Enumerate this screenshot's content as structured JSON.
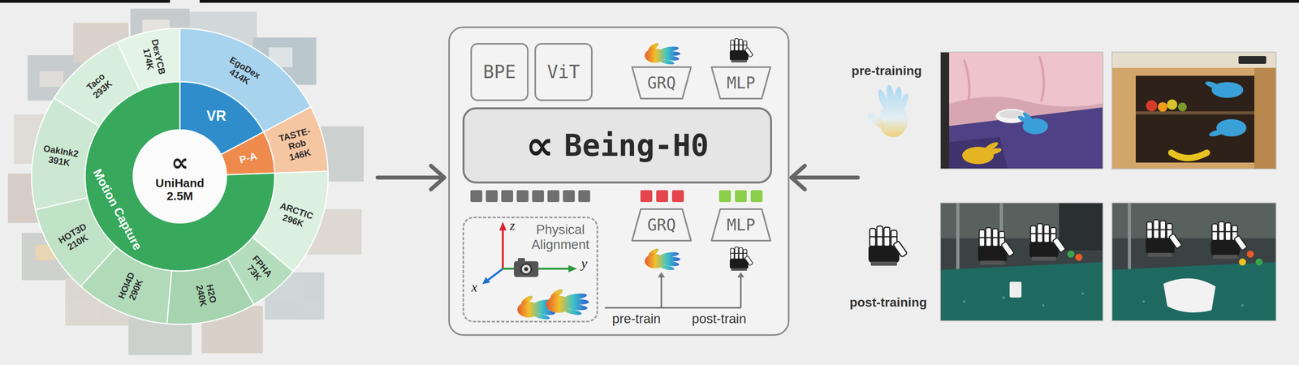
{
  "diagram": {
    "nodes": [
      {
        "text": [
          "∝",
          "UniHand 2.5M"
        ]
      },
      {
        "text": [
          "VR"
        ]
      },
      {
        "text": [
          "P-A"
        ]
      },
      {
        "text": [
          "Motion Capture"
        ]
      },
      {
        "text": [
          "DexYCB 174K"
        ]
      },
      {
        "text": [
          "EgoDex 414K"
        ]
      },
      {
        "text": [
          "TASTE-Rob 146K"
        ]
      },
      {
        "text": [
          "ARCTIC 296K"
        ]
      },
      {
        "text": [
          "FPHA 73K"
        ]
      },
      {
        "text": [
          "H2O 240K"
        ]
      },
      {
        "text": [
          "HOI4D 290K"
        ]
      },
      {
        "text": [
          "HOT3D 210K"
        ]
      },
      {
        "text": [
          "OakInk2 391K"
        ]
      },
      {
        "text": [
          "Taco 293K"
        ]
      },
      {
        "text": [
          "BPE"
        ]
      },
      {
        "text": [
          "ViT"
        ]
      },
      {
        "text": [
          "GRQ"
        ]
      },
      {
        "text": [
          "MLP"
        ]
      },
      {
        "text": [
          "∝",
          "Being-H0"
        ]
      },
      {
        "text": [
          "GRQ"
        ]
      },
      {
        "text": [
          "MLP"
        ]
      },
      {
        "text": [
          "Physical Alignment"
        ]
      }
    ],
    "labels": [
      "z",
      "y",
      "x",
      "pre-train",
      "post-train",
      "pre-training",
      "post-training"
    ]
  }
}
